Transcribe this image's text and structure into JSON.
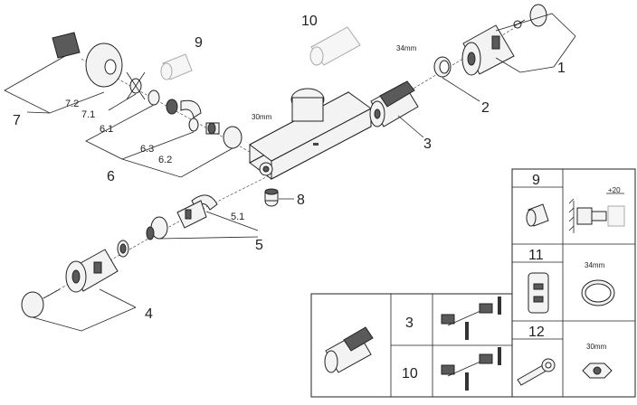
{
  "callouts": {
    "c1": "1",
    "c2": "2",
    "c3": "3",
    "c4": "4",
    "c5": "5",
    "c51": "5.1",
    "c6": "6",
    "c61": "6.1",
    "c62": "6.2",
    "c63": "6.3",
    "c7": "7",
    "c71": "7.1",
    "c72": "7.2",
    "c8": "8",
    "c9": "9",
    "c10": "10"
  },
  "dimensions": {
    "nut34": "34mm",
    "nut30": "30mm"
  },
  "legend": {
    "item9": "9",
    "item11": "11",
    "item12": "12",
    "item3": "3",
    "item10": "10",
    "offset": "+20",
    "nut34": "34mm",
    "nut30": "30mm"
  }
}
